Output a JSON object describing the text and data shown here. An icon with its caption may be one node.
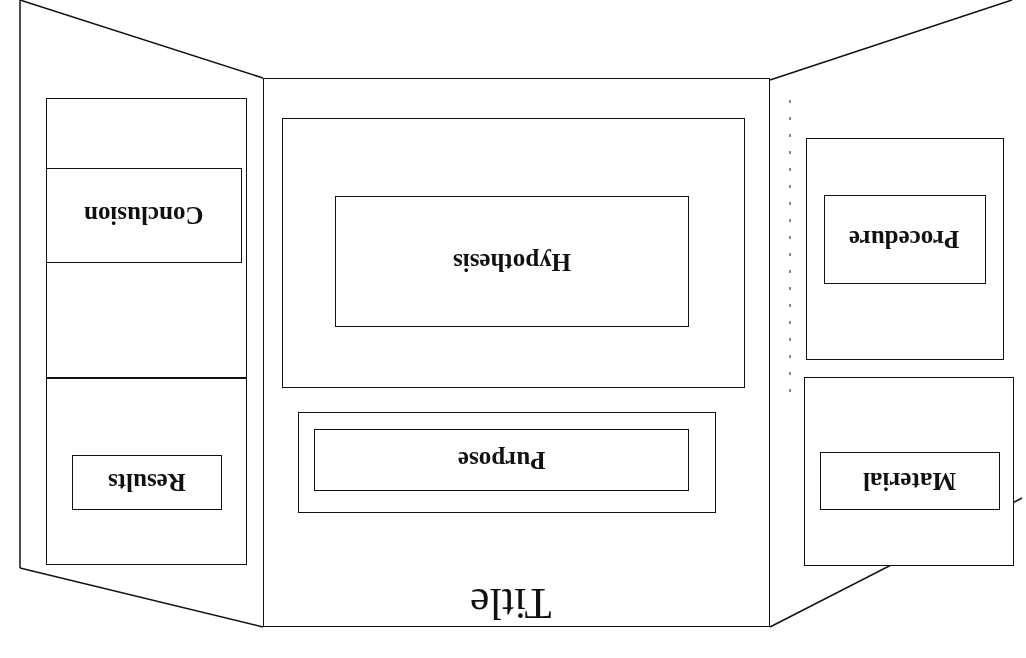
{
  "diagram": {
    "nodes": [
      {
        "text": [],
        "shape": "box"
      },
      {
        "text": [
          "Conclusion"
        ],
        "in": 0
      },
      {
        "text": [],
        "shape": "box"
      },
      {
        "text": [
          "Results"
        ],
        "in": 2
      },
      {
        "text": [],
        "shape": "box"
      },
      {
        "text": [],
        "shape": "box",
        "in": 4
      },
      {
        "text": [
          "Hypothesis"
        ],
        "in": 5
      },
      {
        "text": [],
        "shape": "box",
        "in": 4
      },
      {
        "text": [
          "Purpose"
        ],
        "in": 7
      },
      {
        "text": [],
        "shape": "box"
      },
      {
        "text": [
          "Procedure"
        ],
        "in": 9
      },
      {
        "text": [],
        "shape": "box"
      },
      {
        "text": [
          "Material"
        ],
        "in": 11
      }
    ],
    "edges": [],
    "labels": [
      "Title"
    ]
  }
}
